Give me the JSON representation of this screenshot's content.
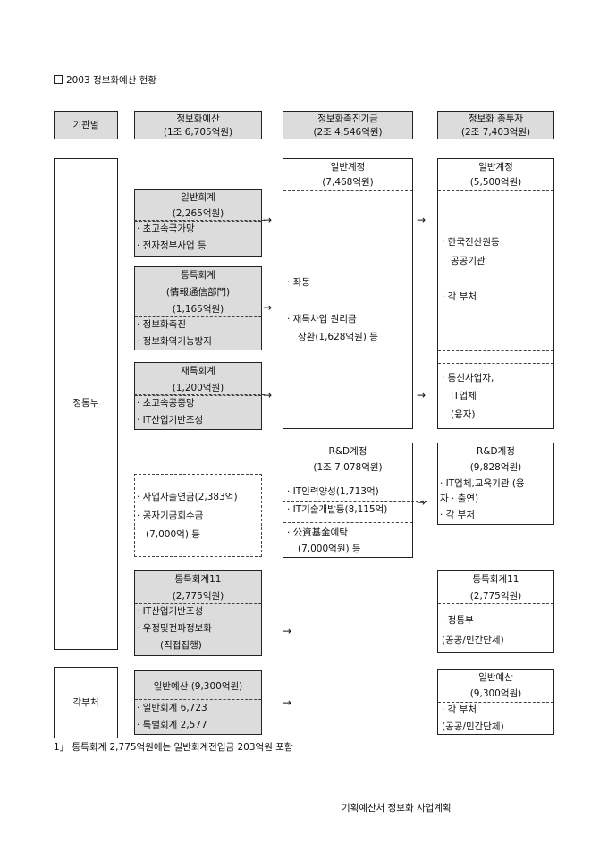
{
  "title": "2003 정보화예산 현황",
  "headers": {
    "org": "기관별",
    "budget": {
      "line1": "정보화예산",
      "line2": "(1조 6,705억원)"
    },
    "fund": {
      "line1": "정보화촉진기금",
      "line2": "(2조 4,546억원)"
    },
    "total": {
      "line1": "정보화 총투자",
      "line2": "(2조 7,403억원)"
    }
  },
  "orgs": {
    "mic": "정통부",
    "others": "각부처"
  },
  "budget_boxes": {
    "general": {
      "title": "일반회계",
      "amount": "(2,265억원)",
      "items": [
        "· 초고속국가망",
        "· 전자정부사업 등"
      ]
    },
    "special": {
      "title": "통특회계",
      "sub": "(情報通信部門)",
      "amount": "(1,165억원)",
      "items": [
        "· 정보화촉진",
        "· 정보화역기능방지"
      ]
    },
    "fiscal": {
      "title": "재특회계",
      "amount": "(1,200억원)",
      "items": [
        "· 초고속공중망",
        "· IT산업기반조성"
      ]
    },
    "contrib": {
      "items": [
        "· 사업자출연금(2,383억)",
        "· 공자기금회수금",
        "(7,000억) 등"
      ]
    },
    "special11": {
      "title": "통특회계11",
      "amount": "(2,775억원)",
      "items": [
        "· IT산업기반조성",
        "· 우정및전파정보화",
        "(직접집행)"
      ]
    },
    "others": {
      "title": "일반예산 (9,300억원)",
      "items": [
        "· 일반회계 6,723",
        "· 특별회계 2,577"
      ]
    }
  },
  "fund_boxes": {
    "general": {
      "title": "일반계정",
      "amount": "(7,468억원)",
      "items": [
        "· 좌동",
        "· 재특차입 원리금",
        "상환(1,628억원) 등"
      ]
    },
    "rd": {
      "title": "R&D계정",
      "amount": "(1조 7,078억원)",
      "items": [
        "· IT인력양성(1,713억)",
        "· IT기술개발등(8,115억)",
        "· 公資基金예탁",
        "(7,000억원) 등"
      ]
    }
  },
  "total_boxes": {
    "general": {
      "title": "일반계정",
      "amount": "(5,500억원)",
      "items": [
        "· 한국전산원등",
        "공공기관",
        "· 각 부처",
        "· 통신사업자,",
        "IT업체",
        "(융자)"
      ]
    },
    "rd": {
      "title": "R&D계정",
      "amount": "(9,828억원)",
      "items": [
        "· IT업체,교육기관 (융",
        "자 · 출연)",
        "· 각 부처"
      ]
    },
    "special11": {
      "title": "통특회계11",
      "amount": "(2,775억원)",
      "items": [
        "· 정통부",
        "(공공/민간단체)"
      ]
    },
    "others": {
      "title": "일반예산",
      "amount": "(9,300억원)",
      "items": [
        "· 각 부처",
        "(공공/민간단체)"
      ]
    }
  },
  "arrow_glyph": "→",
  "footnote": "1」 통특회계 2,775억원에는 일반회계전입금 203억원 포함",
  "source": "기획예산처 정보화 사업계획"
}
